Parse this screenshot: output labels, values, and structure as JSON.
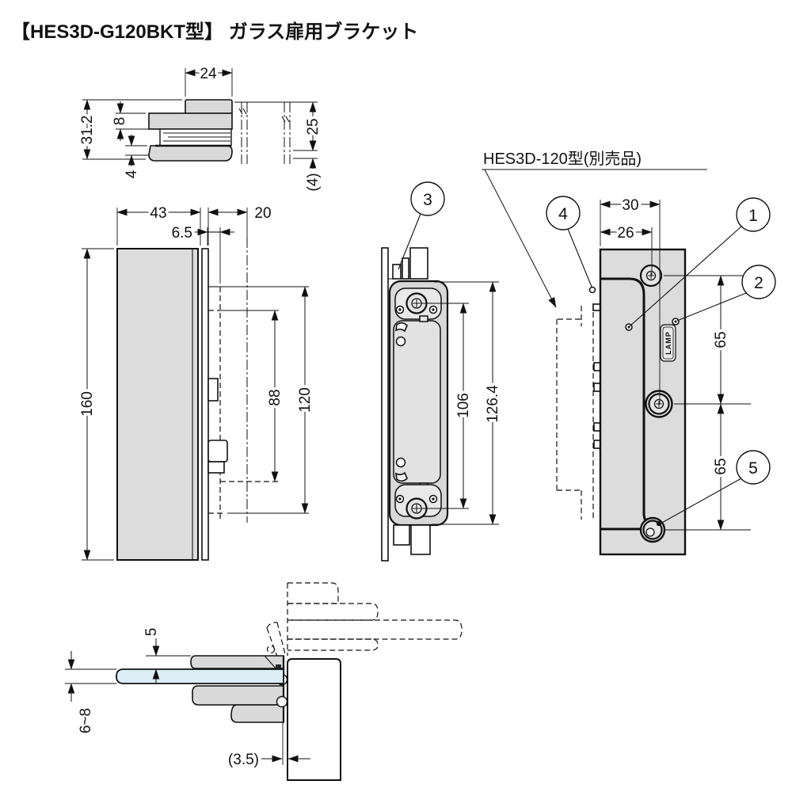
{
  "title": "【HES3D-G120BKT型】 ガラス扉用ブラケット",
  "part_label": "HES3D-120型(別売品)",
  "logo_text": "LAMP",
  "callouts": {
    "one": "1",
    "two": "2",
    "three": "3",
    "four": "4",
    "five": "5"
  },
  "views": {
    "top_profile": {
      "dims": {
        "width_top": "24",
        "height_overall": "31.2",
        "height_upper": "8",
        "height_lower": "4",
        "glass_engage": "25",
        "glass_clear": "(4)"
      }
    },
    "front_left": {
      "dims": {
        "body_width": "43",
        "hinge_depth": "20",
        "plate_offset": "6.5",
        "body_height": "160",
        "hinge_pitch": "88",
        "hinge_length": "120"
      }
    },
    "side_center": {
      "dims": {
        "screw_pitch": "106",
        "plate_length": "126.4"
      }
    },
    "front_right": {
      "dims": {
        "edge_to_center": "30",
        "edge_to_hole": "26",
        "pitch_upper": "65",
        "pitch_lower": "65"
      }
    },
    "plan_bottom": {
      "dims": {
        "plate_step": "5",
        "glass_thickness": "6~8",
        "frame_gap": "(3.5)"
      }
    }
  }
}
